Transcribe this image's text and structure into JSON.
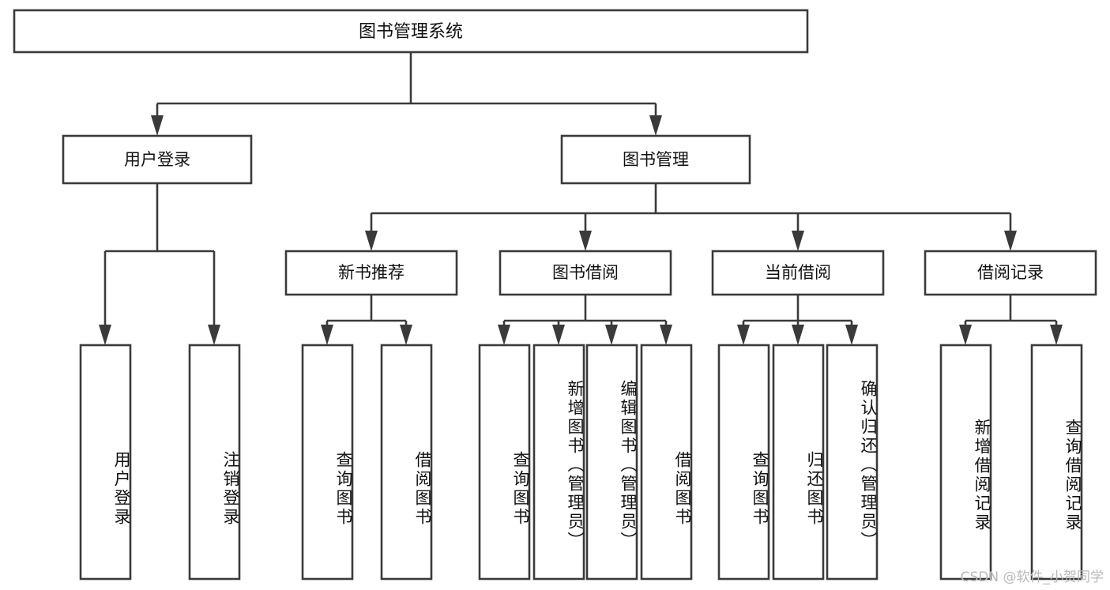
{
  "diagram": {
    "title": "图书管理系统",
    "type": "tree-functional-structure",
    "root": {
      "label": "图书管理系统"
    },
    "level2": [
      {
        "label": "用户登录"
      },
      {
        "label": "图书管理"
      }
    ],
    "level3": [
      {
        "label": "新书推荐"
      },
      {
        "label": "图书借阅"
      },
      {
        "label": "当前借阅"
      },
      {
        "label": "借阅记录"
      }
    ],
    "leaves": {
      "user_login": [
        {
          "label": "用户登录"
        },
        {
          "label": "注销登录"
        }
      ],
      "new_book_recommend": [
        {
          "label": "查询图书"
        },
        {
          "label": "借阅图书"
        }
      ],
      "book_borrow": [
        {
          "label": "查询图书"
        },
        {
          "label": "新增图书（管理员）"
        },
        {
          "label": "编辑图书（管理员）"
        },
        {
          "label": "借阅图书"
        }
      ],
      "current_borrow": [
        {
          "label": "查询图书"
        },
        {
          "label": "归还图书"
        },
        {
          "label": "确认归还（管理员）"
        }
      ],
      "borrow_record": [
        {
          "label": "新增借阅记录"
        },
        {
          "label": "查询借阅记录"
        }
      ]
    }
  },
  "watermark": {
    "text": "CSDN @软件_小贺同学"
  },
  "colors": {
    "box_stroke": "#3a3a3a",
    "box_fill": "#ffffff",
    "text": "#111111",
    "connector": "#3a3a3a",
    "watermark": "#b9b9b9",
    "background": "#ffffff"
  }
}
